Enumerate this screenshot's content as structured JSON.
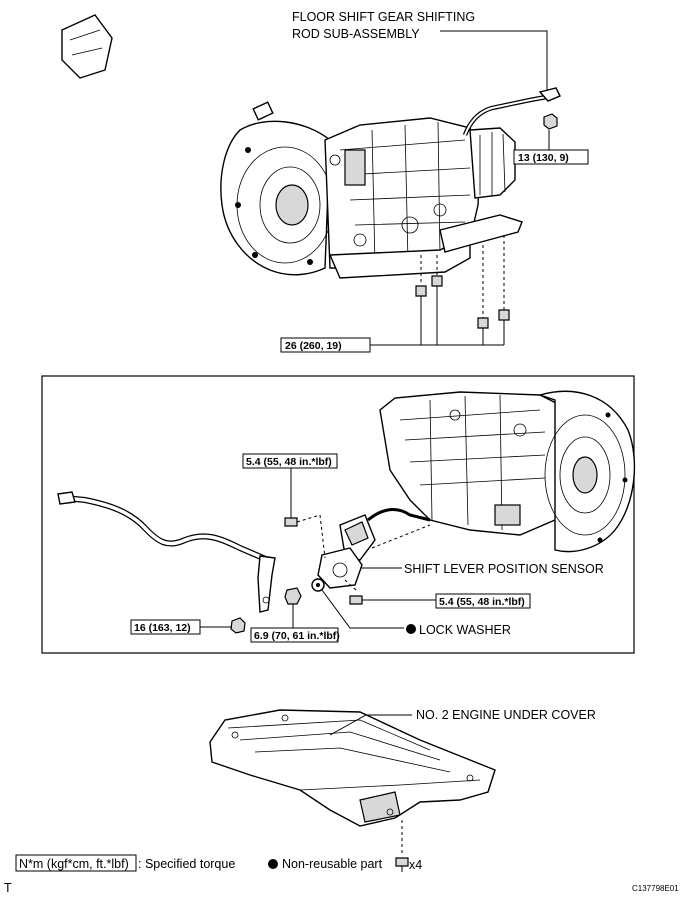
{
  "callouts": {
    "floor_shift_rod": [
      "FLOOR SHIFT GEAR SHIFTING",
      "ROD SUB-ASSEMBLY"
    ],
    "shift_sensor": "SHIFT LEVER POSITION SENSOR",
    "lock_washer": "LOCK WASHER",
    "under_cover": "NO. 2 ENGINE UNDER COVER"
  },
  "torques": {
    "rod_nut": "13 (130, 9)",
    "cover_bolts": "26 (260, 19)",
    "sensor_bolt_top": "5.4 (55, 48 in.*lbf)",
    "sensor_bolt_right": "5.4 (55, 48 in.*lbf)",
    "rod_nut_lower": "16 (163, 12)",
    "sensor_nut": "6.9 (70, 61 in.*lbf)"
  },
  "legend": {
    "torque_unit": "N*m (kgf*cm, ft.*lbf)",
    "torque_desc": ": Specified torque",
    "nonreusable": "Non-reusable part",
    "bolt_count": "x4"
  },
  "footer": {
    "left_letter": "T",
    "figure_code": "C137798E01"
  }
}
